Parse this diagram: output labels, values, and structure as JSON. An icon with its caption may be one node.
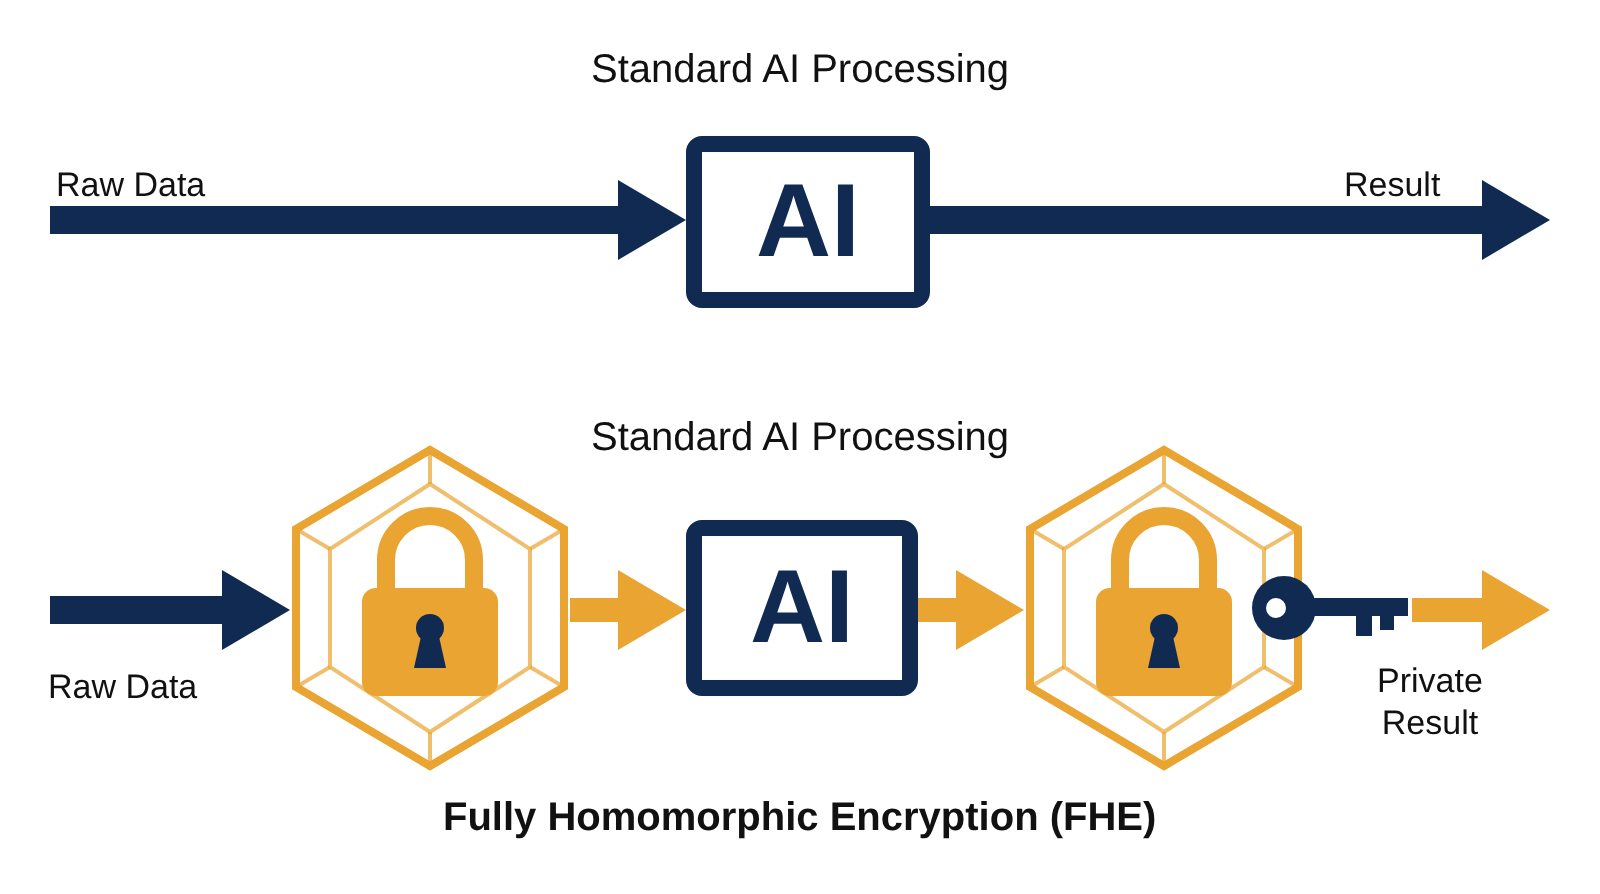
{
  "diagram": {
    "nodes": [
      {
        "text": [
          "AI"
        ]
      },
      {
        "text": [],
        "shape": "cube"
      },
      {
        "text": [
          "AI"
        ]
      },
      {
        "text": [],
        "shape": "cube"
      },
      {
        "text": [],
        "shape": "key"
      }
    ],
    "edges": [
      {
        "from": null,
        "to": 0,
        "arrow": "to",
        "label": "Raw Data",
        "color": "#102a52"
      },
      {
        "from": 0,
        "to": null,
        "arrow": "to",
        "label": "Result",
        "color": "#102a52"
      },
      {
        "from": null,
        "to": 1,
        "arrow": "to",
        "label": "Raw Data",
        "color": "#102a52"
      },
      {
        "from": 1,
        "to": 2,
        "arrow": "to",
        "color": "#e9a431"
      },
      {
        "from": 2,
        "to": 3,
        "arrow": "to",
        "color": "#e9a431"
      },
      {
        "from": 4,
        "to": null,
        "arrow": "to",
        "label": "Private Result",
        "color": "#e9a431"
      }
    ],
    "labels": [
      "Standard AI Processing",
      "Standard AI Processing",
      "Fully Homomorphic Encryption (FHE)"
    ]
  }
}
